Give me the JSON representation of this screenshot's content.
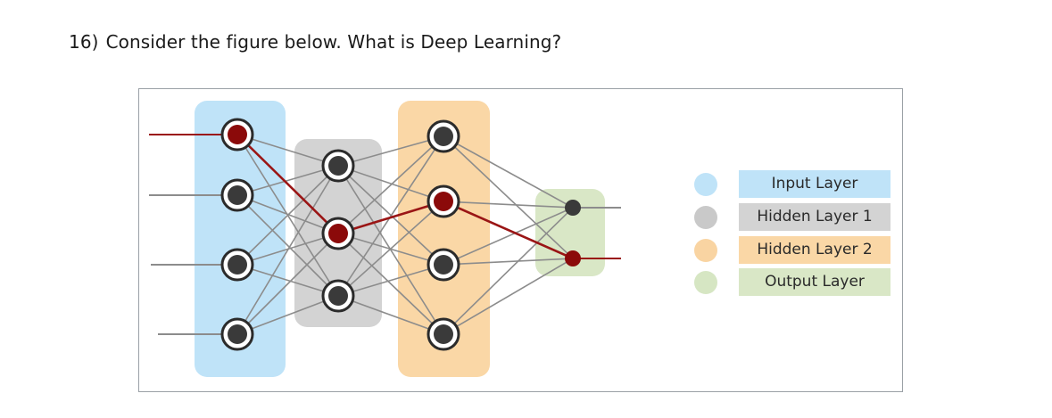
{
  "question": {
    "number": "16)",
    "text": "Consider the figure below. What is Deep Learning?"
  },
  "legend": [
    {
      "label": "Input Layer",
      "color": "#bfe3f8",
      "swatch": "#bfe3f8"
    },
    {
      "label": "Hidden Layer 1",
      "color": "#d3d3d3",
      "swatch": "#c9c9c9"
    },
    {
      "label": "Hidden Layer 2",
      "color": "#fad7a6",
      "swatch": "#f9d4a2"
    },
    {
      "label": "Output Layer",
      "color": "#d9e7c6",
      "swatch": "#d6e6c3"
    }
  ],
  "colors": {
    "active_node": "#8b0a0a",
    "inactive_node": "#3a3a3a",
    "connection": "#8c8c8c",
    "active_path": "#9a1515"
  },
  "network": {
    "layers": [
      {
        "name": "input",
        "nodes": 4,
        "active": [
          0
        ]
      },
      {
        "name": "hidden1",
        "nodes": 3,
        "active": [
          1
        ]
      },
      {
        "name": "hidden2",
        "nodes": 4,
        "active": [
          1
        ]
      },
      {
        "name": "output",
        "nodes": 2,
        "active": [
          1
        ]
      }
    ],
    "active_path": [
      [
        0,
        0
      ],
      [
        1,
        1
      ],
      [
        2,
        1
      ],
      [
        3,
        1
      ]
    ]
  }
}
